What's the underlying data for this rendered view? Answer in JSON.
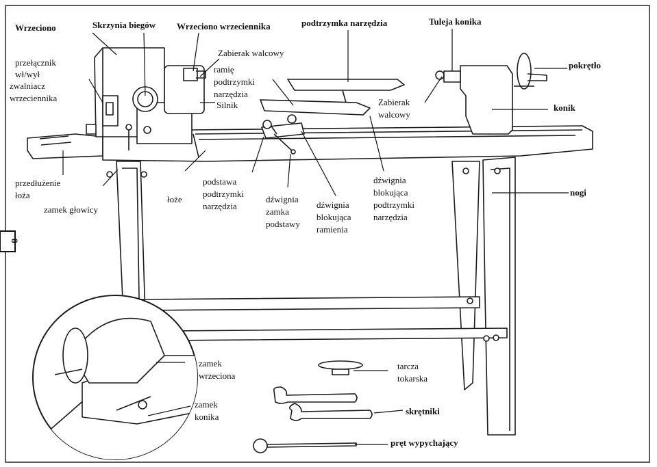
{
  "page_number": "8",
  "labels": {
    "wrzeciono": "Wrzeciono",
    "skrzynia": "Skrzynia biegów",
    "wrzeciono_wrz": "Wrzeciono wrzeciennika",
    "podtrzymka": "podtrzymka narzędzia",
    "tuleja": "Tuleja konika",
    "przelacznik": [
      "przełącznik",
      "wł/wył",
      "zwalniacz",
      "wrzeciennika"
    ],
    "zabierak_walcowy_top": "Zabierak walcowy",
    "ramie": [
      "ramię",
      "podtrzymki",
      "narzędzia"
    ],
    "silnik": "Silnik",
    "zabierak_walcowy_right": [
      "Zabierak",
      "walcowy"
    ],
    "pokretlo": "pokrętło",
    "konik": "konik",
    "przedluzenie": [
      "przedłużenie",
      "łoża"
    ],
    "zamek_glowicy": "zamek głowicy",
    "loze": "łoże",
    "podstawa": [
      "podstawa",
      "podtrzymki",
      "narzędzia"
    ],
    "dzwignia_zamka": [
      "dźwignia",
      "zamka",
      "podstawy"
    ],
    "dzwignia_ramienia": [
      "dźwignia",
      "blokująca",
      "ramienia"
    ],
    "dzwignia_podtrzymki": [
      "dźwignia",
      "blokująca",
      "podtrzymki",
      "narzędzia"
    ],
    "nogi": "nogi",
    "zamek_wrzeciona": [
      "zamek",
      "wrzeciona"
    ],
    "zamek_konika": [
      "zamek",
      "konika"
    ],
    "tarcza": [
      "tarcza",
      "tokarska"
    ],
    "kluczyki": "skrętniki",
    "pret": "pręt wypychający"
  }
}
